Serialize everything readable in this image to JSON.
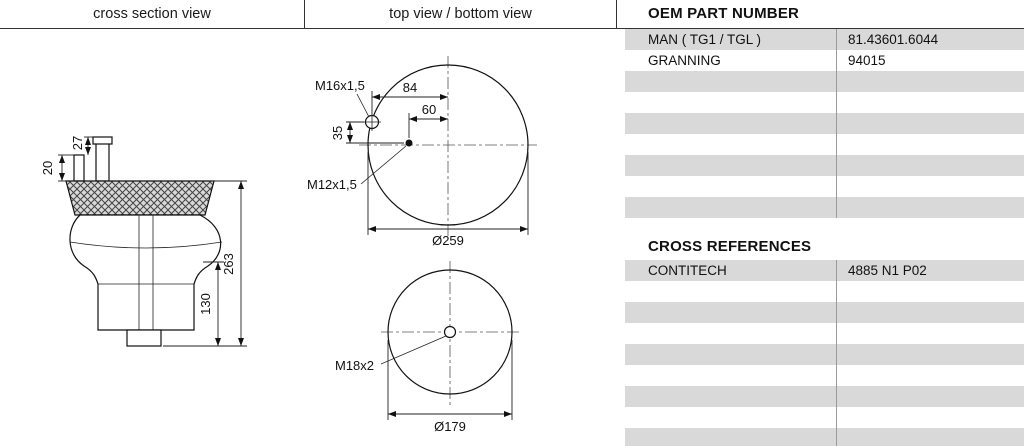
{
  "header": {
    "left_view_label": "cross section view",
    "right_view_label": "top view / bottom view"
  },
  "drawing": {
    "cross_section": {
      "stud_height_small": "20",
      "stud_height_large": "27",
      "overall_height": "263",
      "piston_height": "130"
    },
    "top_view": {
      "thread_top": "M16x1,5",
      "thread_side": "M12x1,5",
      "dim_84": "84",
      "dim_60": "60",
      "dim_35": "35",
      "diameter": "Ø259"
    },
    "bottom_view": {
      "thread_center": "M18x2",
      "diameter": "Ø179"
    }
  },
  "oem_table": {
    "title": "OEM PART NUMBER",
    "rows": [
      {
        "name": "MAN ( TG1 / TGL )",
        "value": "81.43601.6044"
      },
      {
        "name": "GRANNING",
        "value": "94015"
      }
    ]
  },
  "crossref_table": {
    "title": "CROSS REFERENCES",
    "rows": [
      {
        "name": "CONTITECH",
        "value": "4885 N1 P02"
      }
    ]
  }
}
